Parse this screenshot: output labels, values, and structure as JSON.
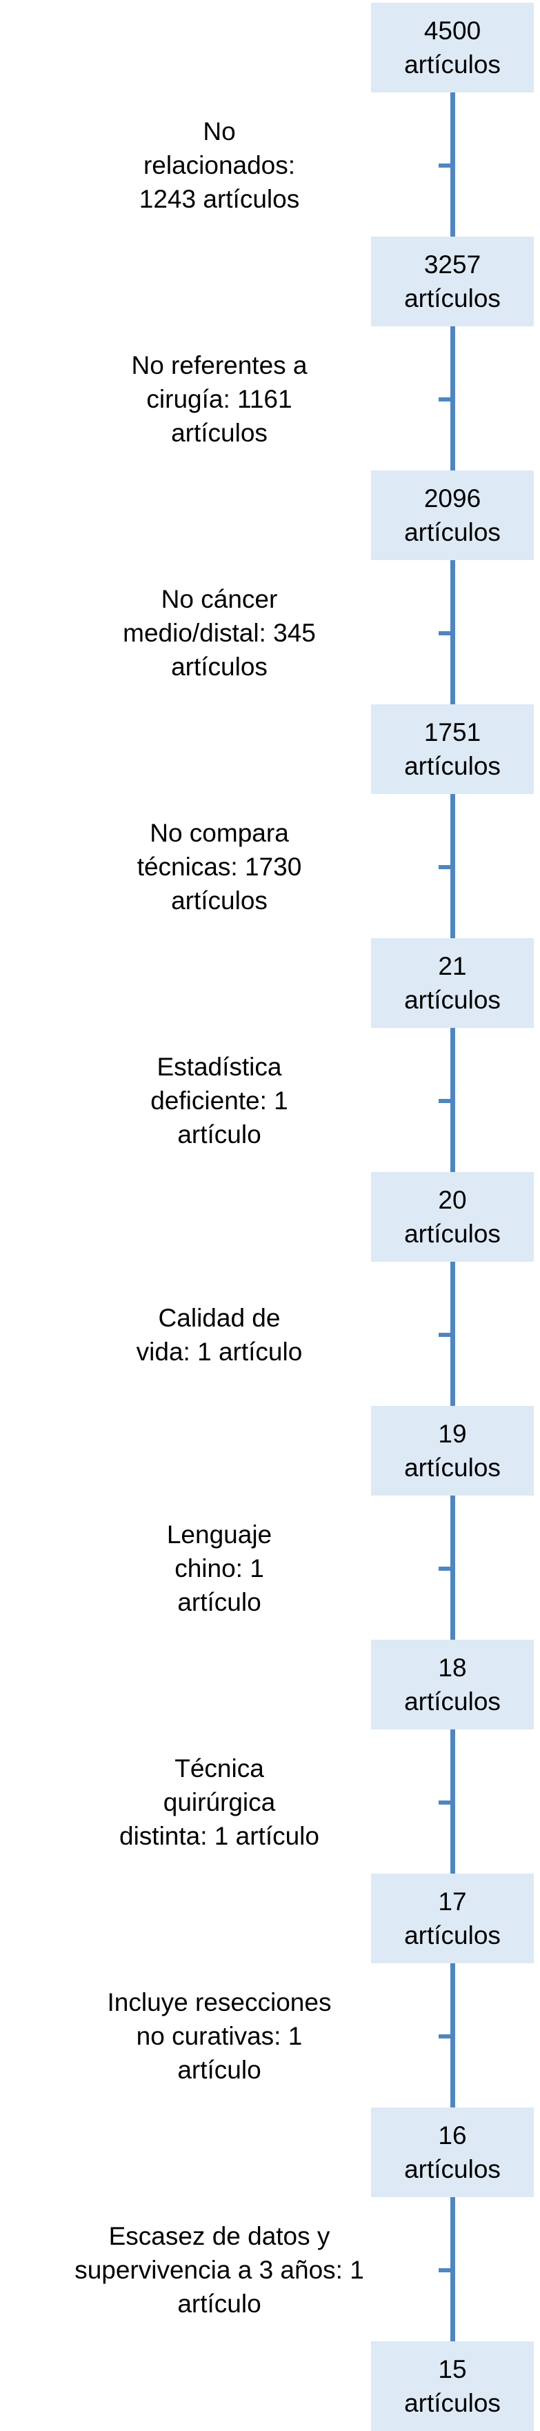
{
  "flow": {
    "boxes": [
      {
        "count": "4500",
        "unit": "artículos"
      },
      {
        "count": "3257",
        "unit": "artículos"
      },
      {
        "count": "2096",
        "unit": "artículos"
      },
      {
        "count": "1751",
        "unit": "artículos"
      },
      {
        "count": "21",
        "unit": "artículos"
      },
      {
        "count": "20",
        "unit": "artículos"
      },
      {
        "count": "19",
        "unit": "artículos"
      },
      {
        "count": "18",
        "unit": "artículos"
      },
      {
        "count": "17",
        "unit": "artículos"
      },
      {
        "count": "16",
        "unit": "artículos"
      },
      {
        "count": "15",
        "unit": "artículos"
      }
    ],
    "exclusions": [
      {
        "lines": [
          "No",
          "relacionados:",
          "1243 artículos"
        ]
      },
      {
        "lines": [
          "No referentes  a",
          "cirugía:  1161",
          "artículos"
        ]
      },
      {
        "lines": [
          "No cáncer",
          "medio/distal:  345",
          "artículos"
        ]
      },
      {
        "lines": [
          "No compara",
          "técnicas:  1730",
          "artículos"
        ]
      },
      {
        "lines": [
          "Estadística",
          "deficiente:  1",
          "artículo"
        ]
      },
      {
        "lines": [
          "Calidad  de",
          "vida:  1 artículo"
        ]
      },
      {
        "lines": [
          "Lenguaje",
          "chino:  1",
          "artículo"
        ]
      },
      {
        "lines": [
          "Técnica",
          "quirúrgica",
          "distinta:  1 artículo"
        ]
      },
      {
        "lines": [
          "Incluye resecciones",
          "no curativas:  1",
          "artículo"
        ]
      },
      {
        "lines": [
          "Escasez  de datos  y",
          "supervivencia  a 3 años:  1",
          "artículo"
        ]
      }
    ]
  },
  "colors": {
    "box_fill": "#dde9f4",
    "connector": "#4f86bf"
  }
}
